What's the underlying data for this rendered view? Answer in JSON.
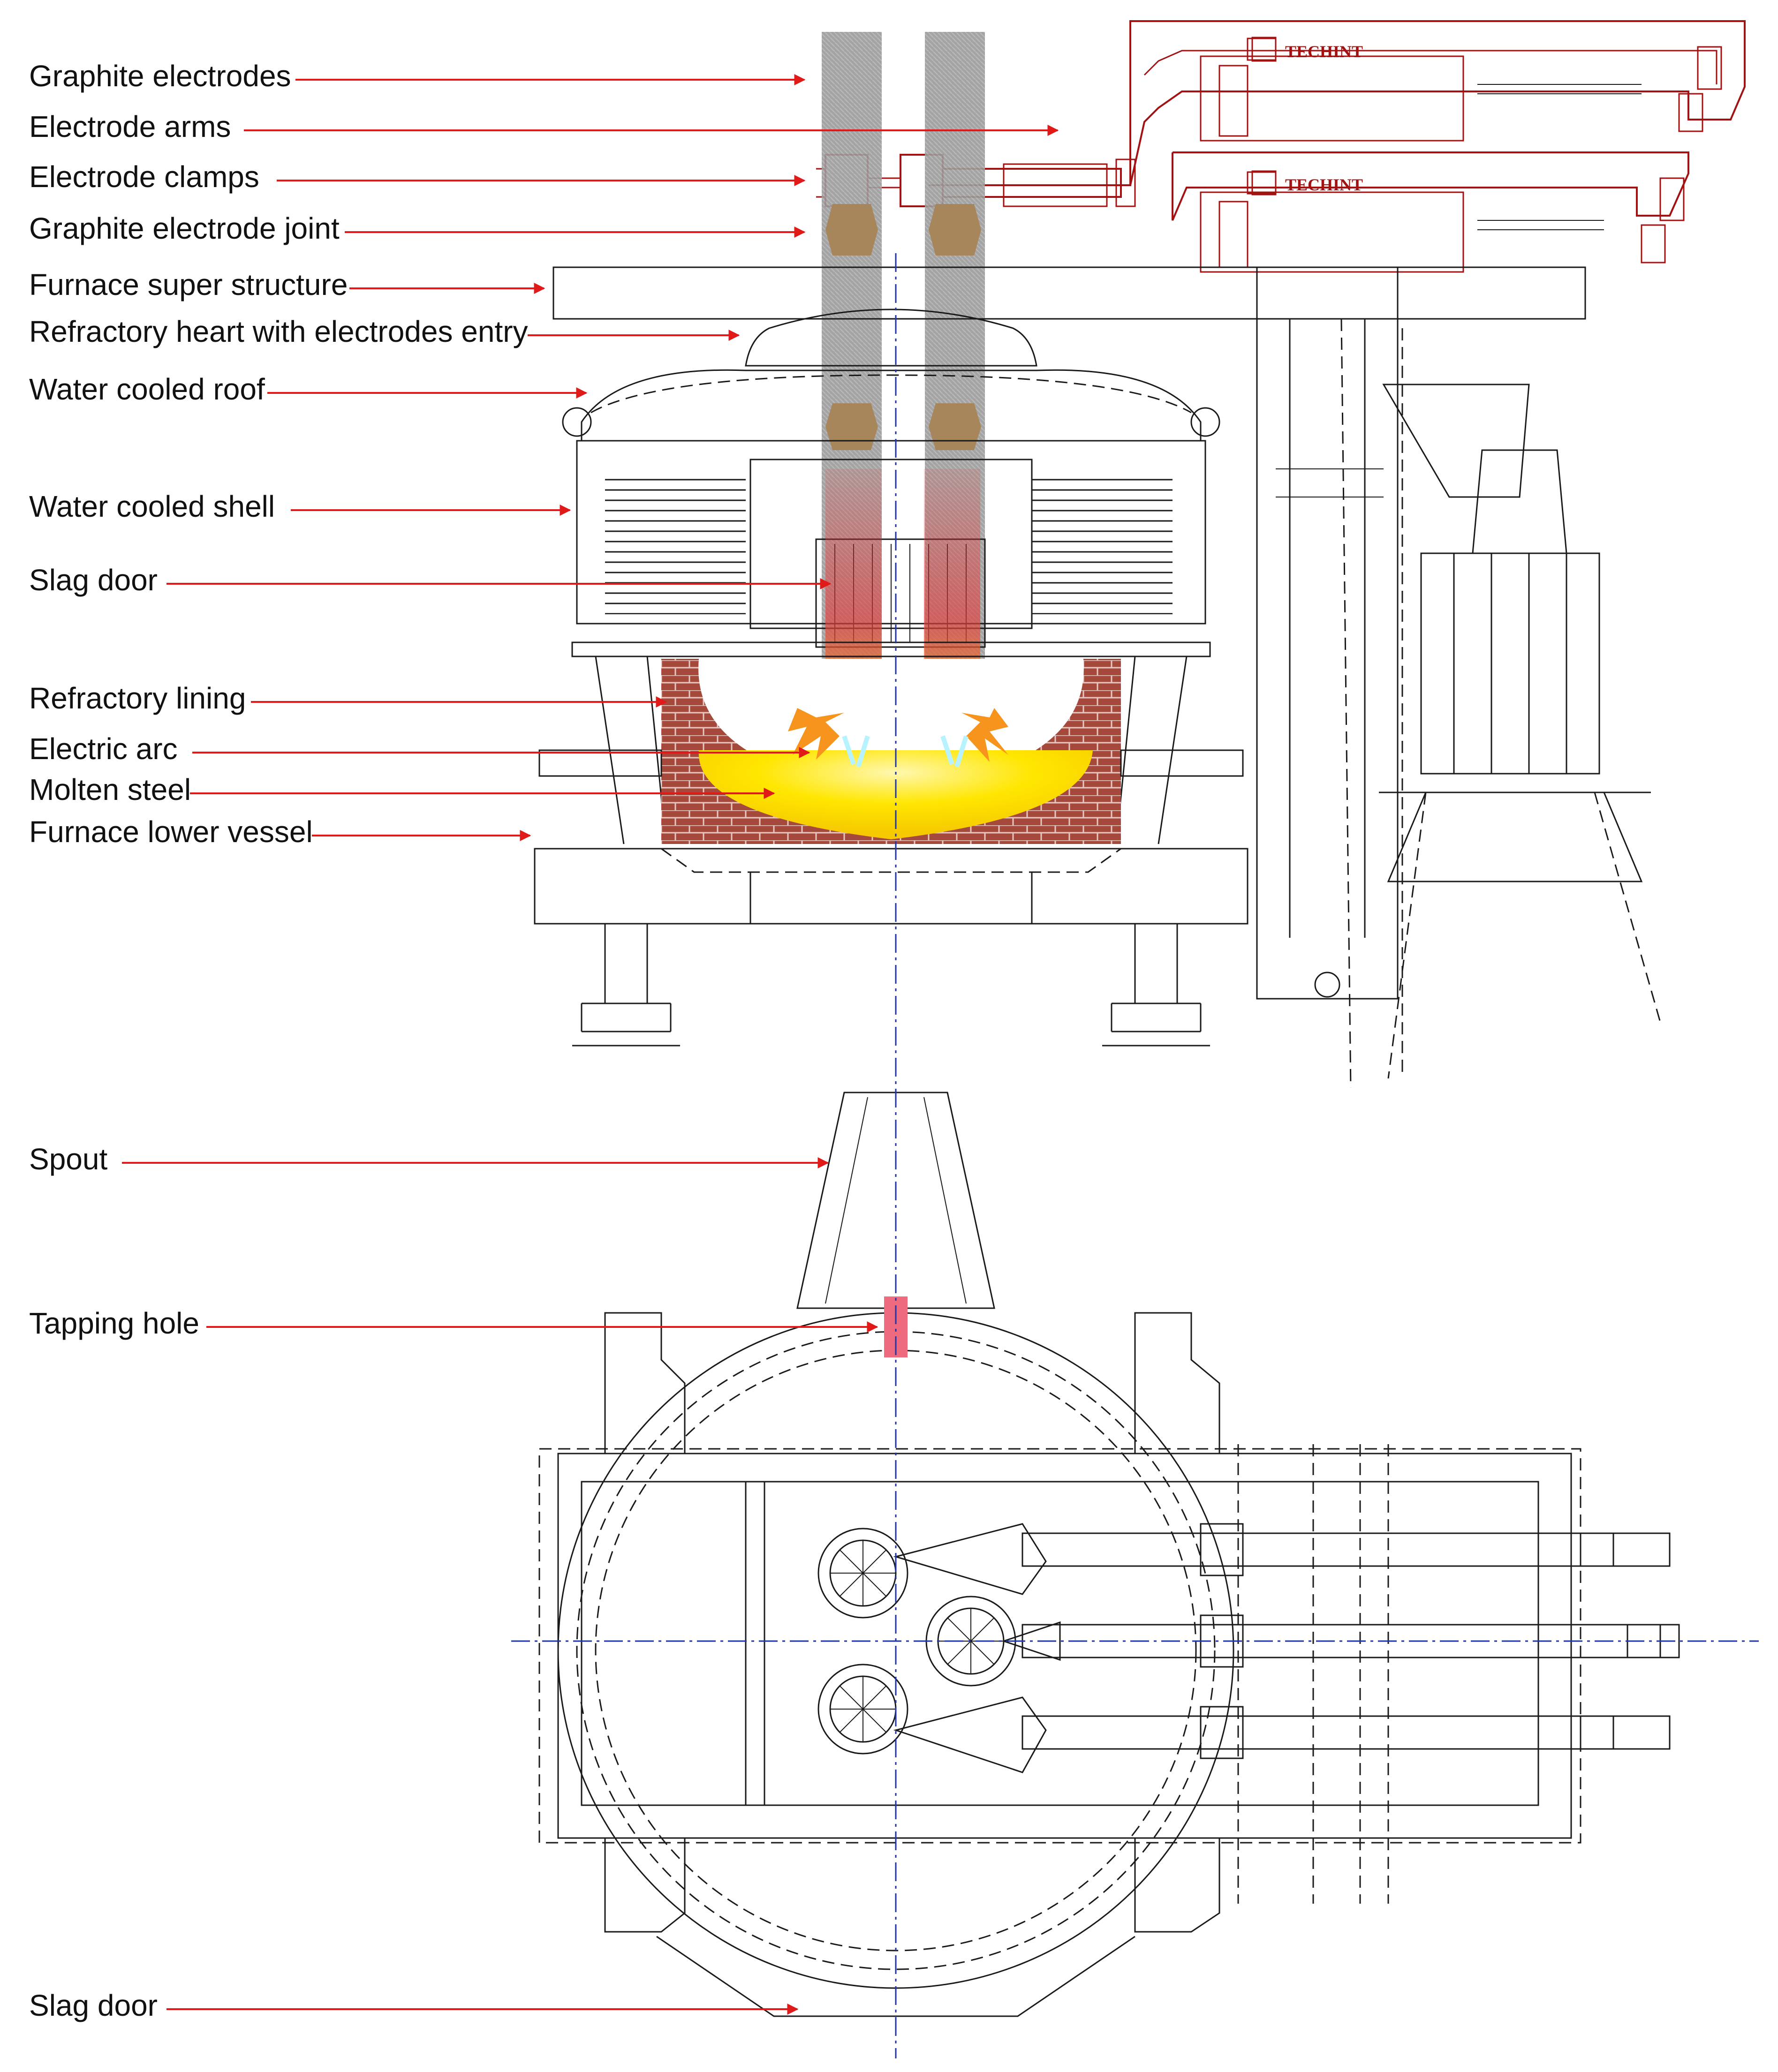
{
  "labels": [
    {
      "text": "Graphite electrodes"
    },
    {
      "text": "Electrode arms"
    },
    {
      "text": "Electrode clamps"
    },
    {
      "text": "Graphite electrode joint"
    },
    {
      "text": "Furnace super structure"
    },
    {
      "text": "Refractory heart with electrodes entry"
    },
    {
      "text": "Water cooled roof"
    },
    {
      "text": "Water cooled shell"
    },
    {
      "text": "Slag door"
    },
    {
      "text": "Refractory lining"
    },
    {
      "text": "Electric arc"
    },
    {
      "text": "Molten steel"
    },
    {
      "text": "Furnace lower vessel"
    },
    {
      "text": "Spout"
    },
    {
      "text": "Tapping hole"
    },
    {
      "text": "Slag door"
    }
  ],
  "brand": {
    "logo_text": "TECHINT"
  },
  "colors": {
    "leader_arrows": "#e01919",
    "arm_outline": "#a31212",
    "centerline": "#1f35a6",
    "electrode": "#9a9a9a",
    "brick": "#a5493c",
    "molten_steel": "#ffe600",
    "tapping_hole": "#ee6b7f"
  }
}
